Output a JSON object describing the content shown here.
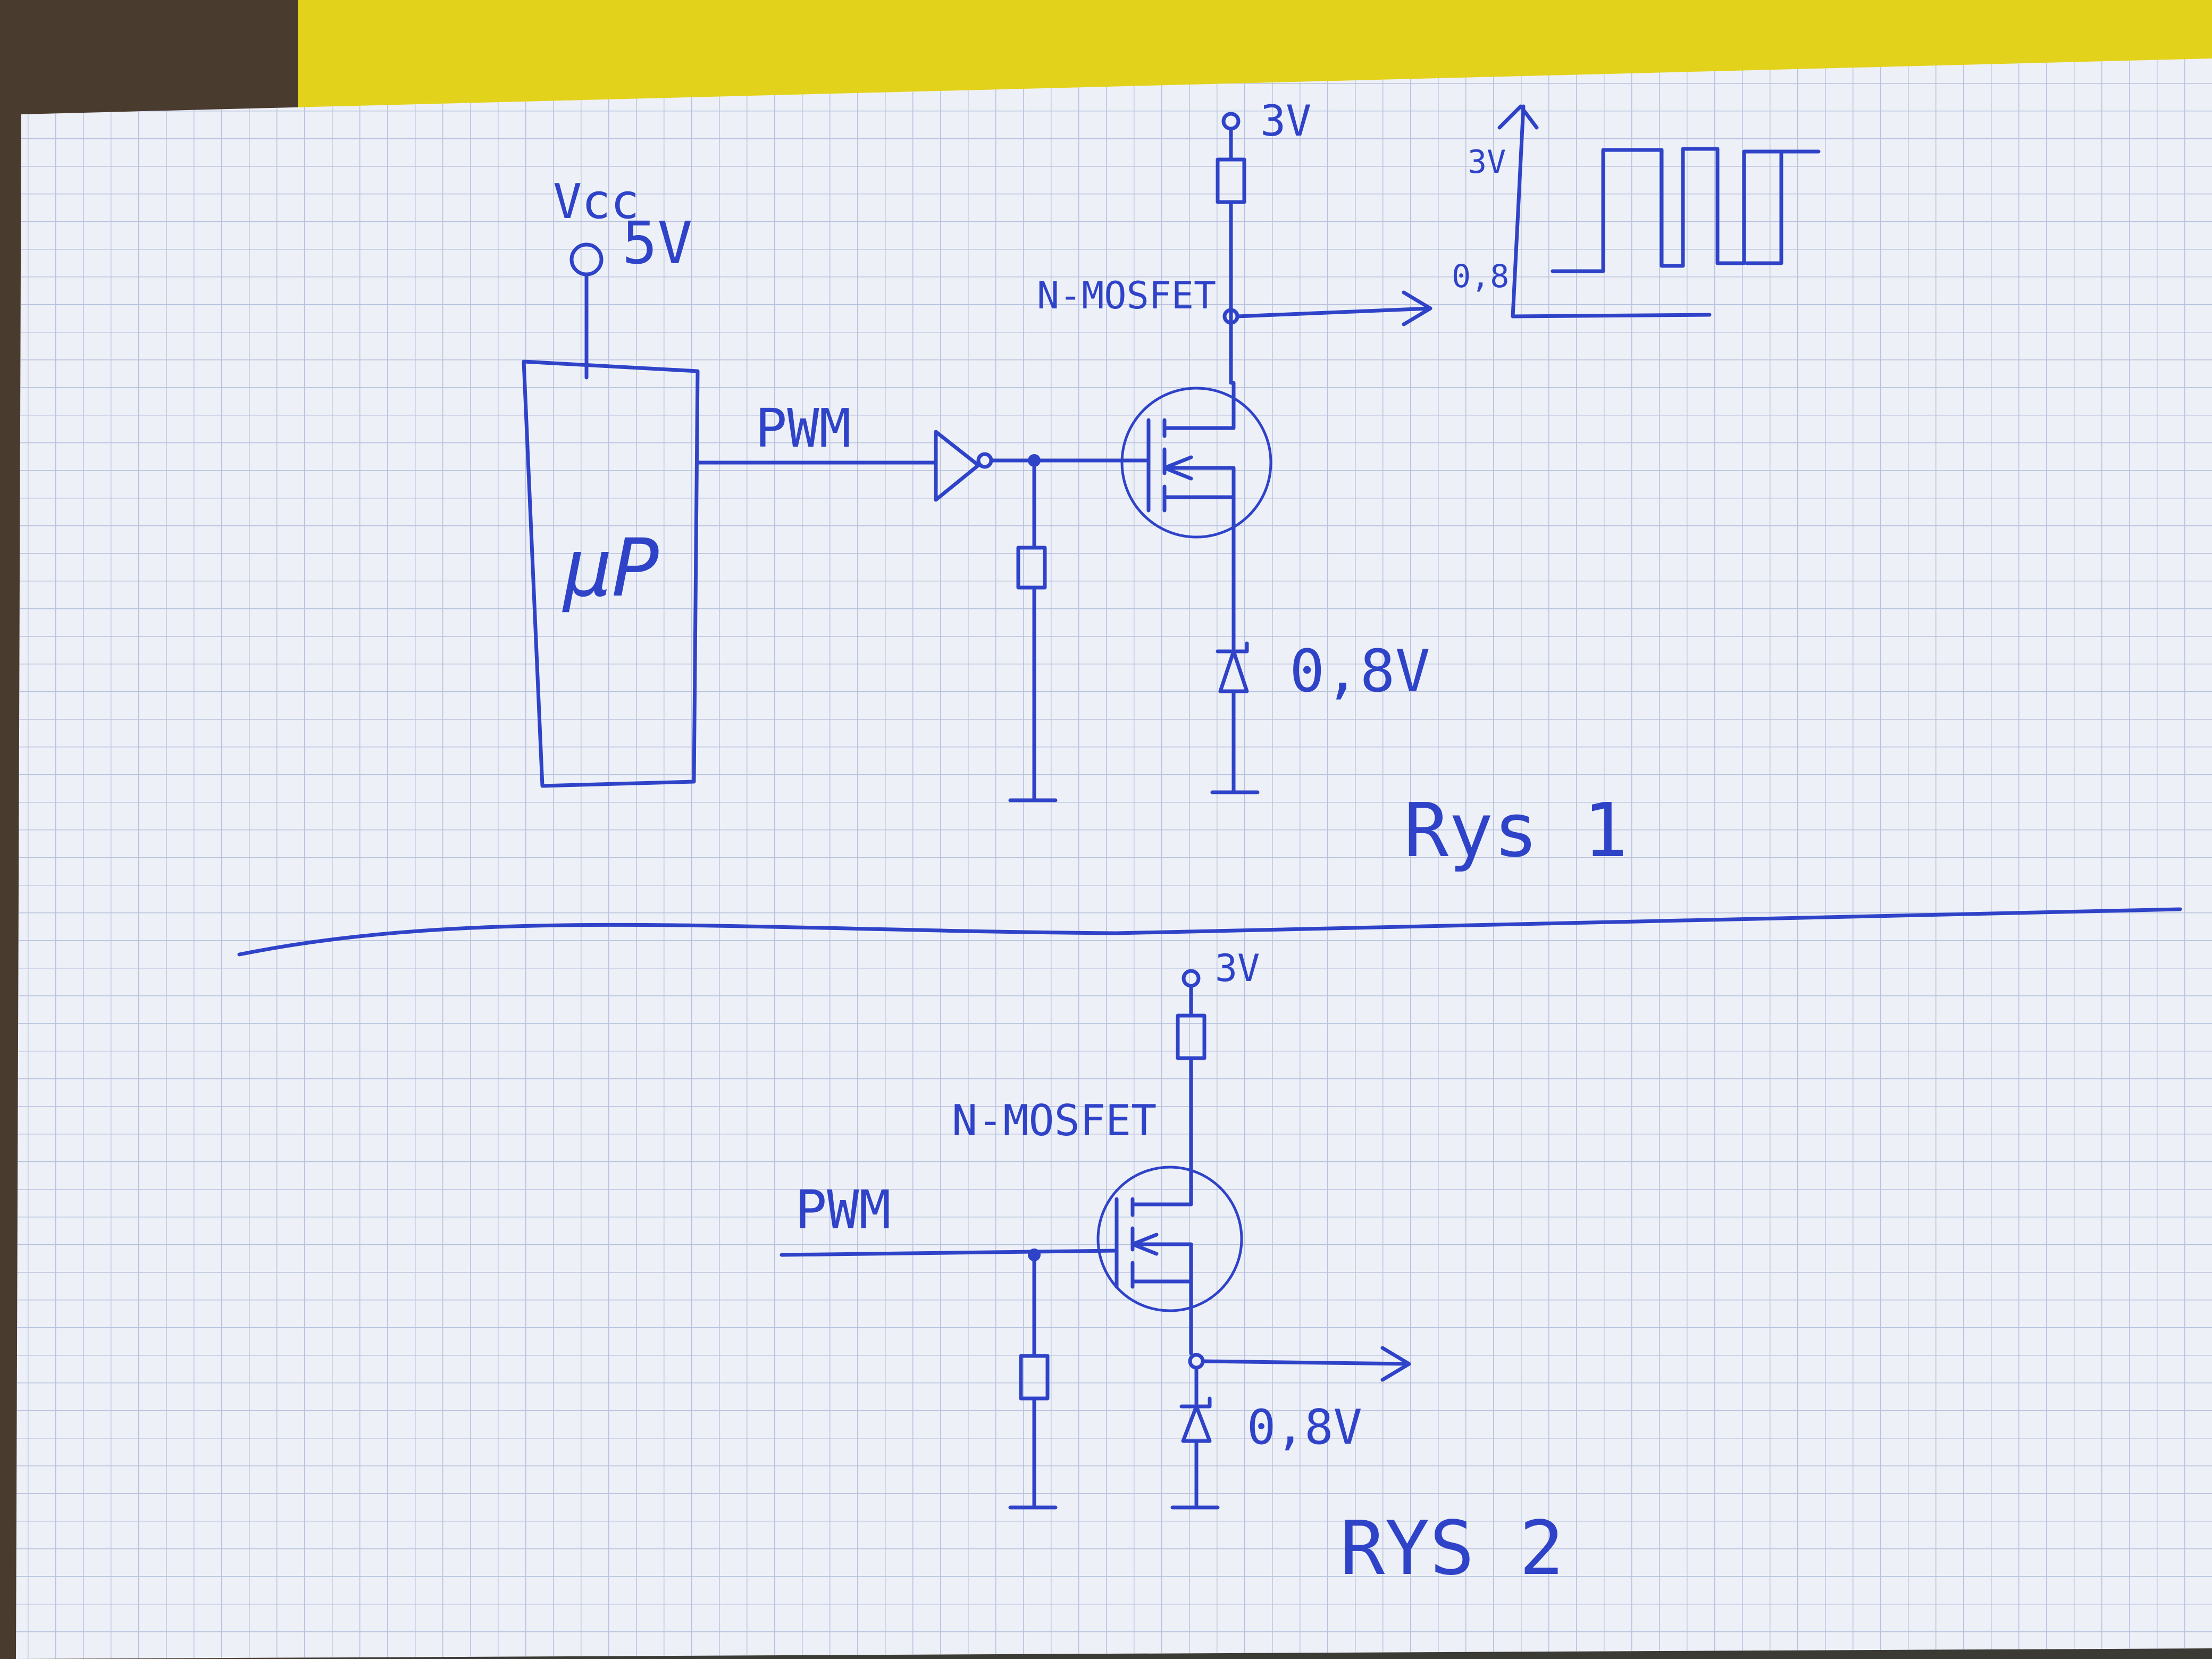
{
  "colors": {
    "ink": "#2f43c9",
    "paper": "#eef0f8",
    "grid": "#b8c2dc",
    "background_top": "#e3d21b",
    "background_bottom": "#3b3a35"
  },
  "figure1": {
    "vcc_label": "Vcc",
    "vcc_voltage": "5V",
    "mcu_label": "μP",
    "pwm_label": "PWM",
    "supply_voltage": "3V",
    "transistor_label": "N-MOSFET",
    "zener_voltage": "0,8V",
    "waveform_high": "3V",
    "waveform_low": "0,8",
    "caption": "Rys 1"
  },
  "figure2": {
    "supply_voltage": "3V",
    "transistor_label": "N-MOSFET",
    "pwm_label": "PWM",
    "zener_voltage": "0,8V",
    "caption": "RYS 2"
  }
}
